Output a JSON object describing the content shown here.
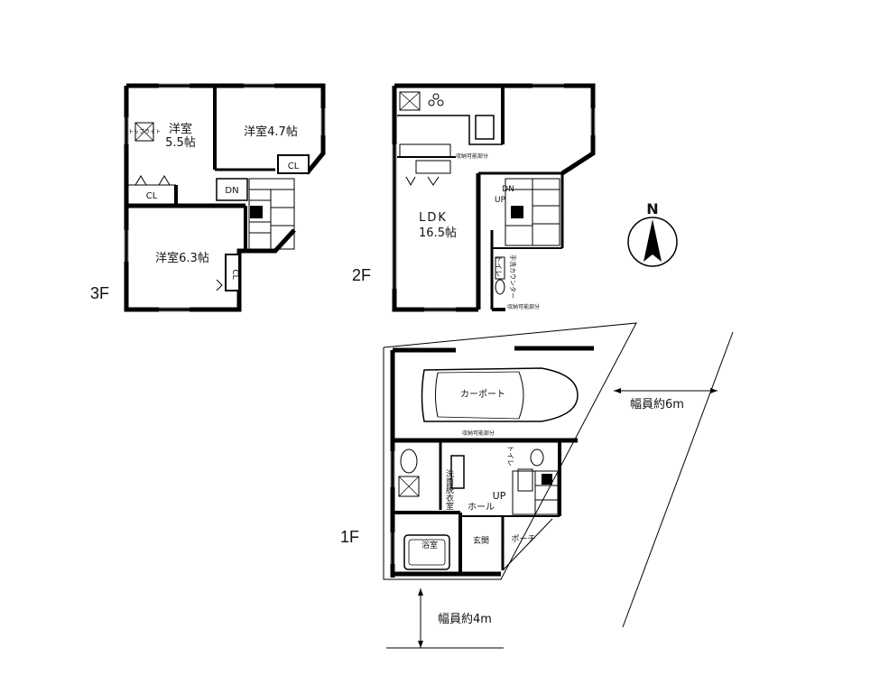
{
  "floors": {
    "f3": {
      "label": "3F",
      "rooms": {
        "room_a_name": "洋室",
        "room_a_size": "5.5帖",
        "room_b": "洋室4.7帖",
        "room_c": "洋室6.3帖",
        "closet": "CL",
        "stairs": "DN",
        "top_light": "トップライト"
      }
    },
    "f2": {
      "label": "2F",
      "rooms": {
        "ldk_name": "LDK",
        "ldk_size": "16.5帖",
        "stairs_dn": "DN",
        "stairs_up": "UP",
        "toilet": "トイレ",
        "counter": "手洗カウンター",
        "storage_note": "収納可能部分"
      }
    },
    "f1": {
      "label": "1F",
      "rooms": {
        "carport": "カーポート",
        "washroom": "洗面脱衣室",
        "hall": "ホール",
        "up": "UP",
        "bath": "浴室",
        "entrance": "玄関",
        "porch": "ポーチ",
        "toilet": "トイレ",
        "storage_note": "収納可能部分"
      }
    }
  },
  "road_east": "幅員約6m",
  "road_south": "幅員約4m",
  "compass": {
    "north_label": "N"
  },
  "colors": {
    "wall": "#000000",
    "background": "#ffffff"
  }
}
